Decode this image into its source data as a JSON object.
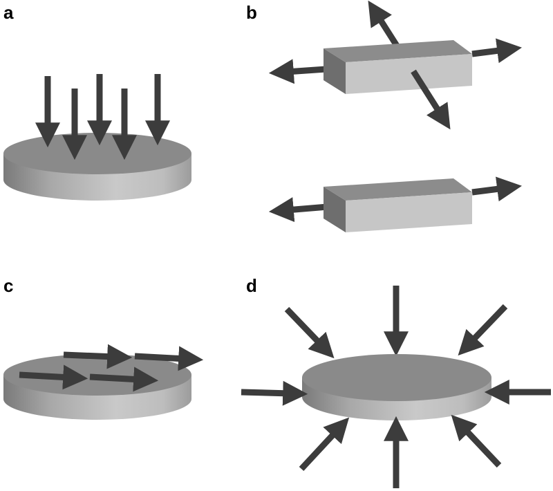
{
  "panels": [
    {
      "label": "a"
    },
    {
      "label": "b"
    },
    {
      "label": "c"
    },
    {
      "label": "d"
    }
  ],
  "colors": {
    "arrow": "#3c3c3c",
    "disc_top": "#8a8a8a",
    "disc_side_light": "#c8c8c8",
    "disc_side_dark": "#808080",
    "block_front": "#c6c6c6",
    "block_top": "#8c8c8c",
    "block_left": "#6e6e6e"
  }
}
